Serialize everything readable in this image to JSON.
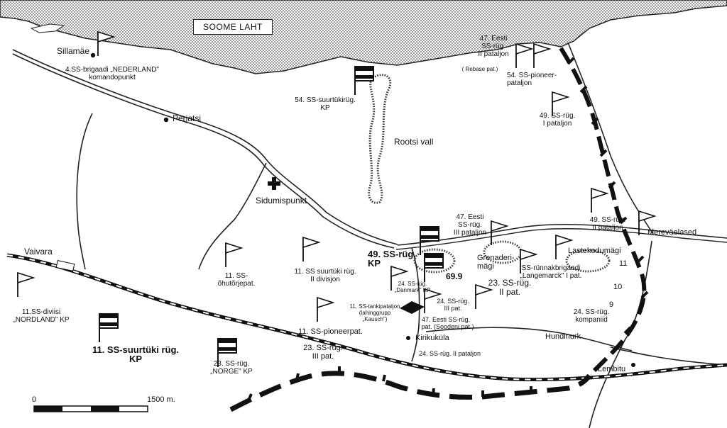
{
  "sea": {
    "name": "SOOME LAHT"
  },
  "places": {
    "sillamae": "Sillamäe",
    "perjatsi": "Perjatsi",
    "vaivara": "Vaivara",
    "sidumispunkt": "Sidumispunkt",
    "rootsi_vall": "Rootsi vall",
    "grenaderimagi": "Grenaderi-\nmägi",
    "lastekodumagi": "Lastekodumägi",
    "merevaelased": "Mereväelased",
    "kirikukula": "Kirikuküla",
    "hundinurk": "Hundinurk",
    "lembitu": "Lembitu",
    "height": "69.9"
  },
  "units": {
    "nederland": "4.SS-brigaadi „NEDERLAND\"\nkomandopunkt",
    "art54_kp": "54. SS-suurtükirüg.\nKP",
    "eesti47_2": "47. Eesti\nSS-rüg.\nII pataljon",
    "rebase": "( Rebase pat.)",
    "pioneer54": "54. SS-pioneer-\npataljon",
    "rug49_1": "49. SS-rüg.\nI pataljon",
    "rug49_2": "49. SS-rüg.\nII pataljon",
    "eesti47_3": "47. Eesti\nSS-rüg.\nIII pataljon",
    "rug49_kp": "49. SS-rüg.\nKP",
    "art11_2": "11. SS suurtüki rüg.\nII divisjon",
    "ohutorje11": "11. SS-\nõhutõrjepat.",
    "nordland": "11.SS-diviisi\n„NORDLAND\" KP",
    "art11_kp": "11. SS-suurtüki rüg.\nKP",
    "danmark": "24. SS-rüg.\n„Danmark\" KP",
    "tank11": "11. SS-tankipataljon\n(lahinggrupp\n„Kausch\")",
    "rug24_3": "24. SS-rüg.\nIII pat.",
    "soodeni": "47. Eesti SS-rüg.\nI pat. (Soodeni pat.)",
    "rug24_2": "24. SS-rüg. II pataljon",
    "pioneer11": "11. SS-pioneerpat.",
    "rug23_3": "23. SS-rüg.\nIII pat.",
    "norge": "23. SS-rüg.\n„NORGE\" KP",
    "rug23_2": "23. SS-rüg.\nII pat.",
    "langemarck": "SS-rünnakbrigaadi\n„Langemarck\" I pat.",
    "kompaniid": "24. SS-rüg.\nkompaniid"
  },
  "line_numbers": {
    "n11": "11",
    "n10": "10",
    "n9": "9"
  },
  "scale": {
    "start": "0",
    "end": "1500 m."
  },
  "colors": {
    "ink": "#111111",
    "paper": "#ffffff",
    "sea_dot": "#555555"
  },
  "icons": {
    "flag": "unit-flag-icon",
    "hq_flag": "headquarters-flag-icon",
    "cross": "aid-station-cross-icon",
    "dot": "settlement-dot-icon",
    "front": "front-line-icon"
  }
}
